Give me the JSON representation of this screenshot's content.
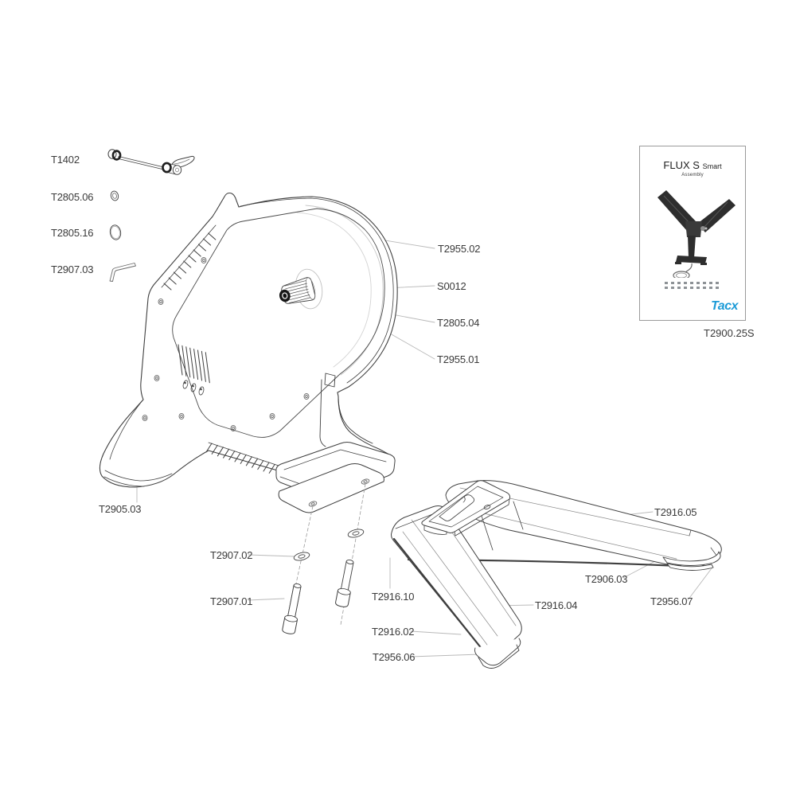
{
  "diagram": {
    "colors": {
      "line": "#3f3f3f",
      "leader": "#b9b9b9",
      "brand_blue": "#1d9bd7"
    },
    "part_labels": [
      {
        "id": "t1402",
        "text": "T1402"
      },
      {
        "id": "t2805-06",
        "text": "T2805.06"
      },
      {
        "id": "t2805-16",
        "text": "T2805.16"
      },
      {
        "id": "t2907-03",
        "text": "T2907.03"
      },
      {
        "id": "t2955-02",
        "text": "T2955.02"
      },
      {
        "id": "s0012",
        "text": "S0012"
      },
      {
        "id": "t2805-04",
        "text": "T2805.04"
      },
      {
        "id": "t2955-01",
        "text": "T2955.01"
      },
      {
        "id": "t2905-03",
        "text": "T2905.03"
      },
      {
        "id": "t2907-02",
        "text": "T2907.02"
      },
      {
        "id": "t2907-01",
        "text": "T2907.01"
      },
      {
        "id": "t2916-10",
        "text": "T2916.10"
      },
      {
        "id": "t2916-02",
        "text": "T2916.02"
      },
      {
        "id": "t2956-06",
        "text": "T2956.06"
      },
      {
        "id": "t2916-04",
        "text": "T2916.04"
      },
      {
        "id": "t2916-05",
        "text": "T2916.05"
      },
      {
        "id": "t2906-03",
        "text": "T2906.03"
      },
      {
        "id": "t2956-07",
        "text": "T2956.07"
      }
    ],
    "info_box": {
      "product": "FLUX S",
      "variant": "Smart",
      "subtitle": "Assembly",
      "brand": "Tacx",
      "part_code": "T2900.25S"
    }
  }
}
